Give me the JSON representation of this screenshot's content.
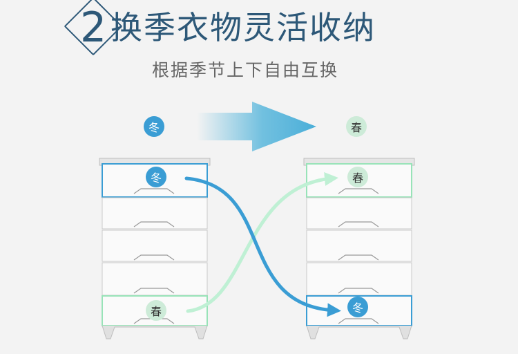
{
  "title": {
    "number": "2",
    "text": "换季衣物灵活收纳"
  },
  "subtitle": "根据季节上下自由互换",
  "seasons": {
    "winter": "冬",
    "spring": "春"
  },
  "colors": {
    "title": "#2d5878",
    "winter": "#3a9dd4",
    "spring": "#cdebd8",
    "spring_border": "#98e3b8",
    "arrow": "#5ab7dc"
  }
}
